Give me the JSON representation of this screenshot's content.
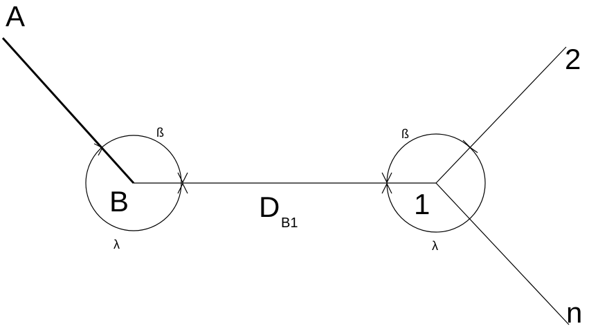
{
  "points": {
    "A": "A",
    "B": "B",
    "one": "1",
    "two": "2",
    "n": "n"
  },
  "distance": {
    "main": "D",
    "sub": "B1"
  },
  "angles": {
    "beta_B": "ß",
    "lambda_B": "λ",
    "beta_1": "ß",
    "lambda_1": "λ"
  },
  "colors": {
    "ink": "#000000",
    "background": "#ffffff"
  }
}
